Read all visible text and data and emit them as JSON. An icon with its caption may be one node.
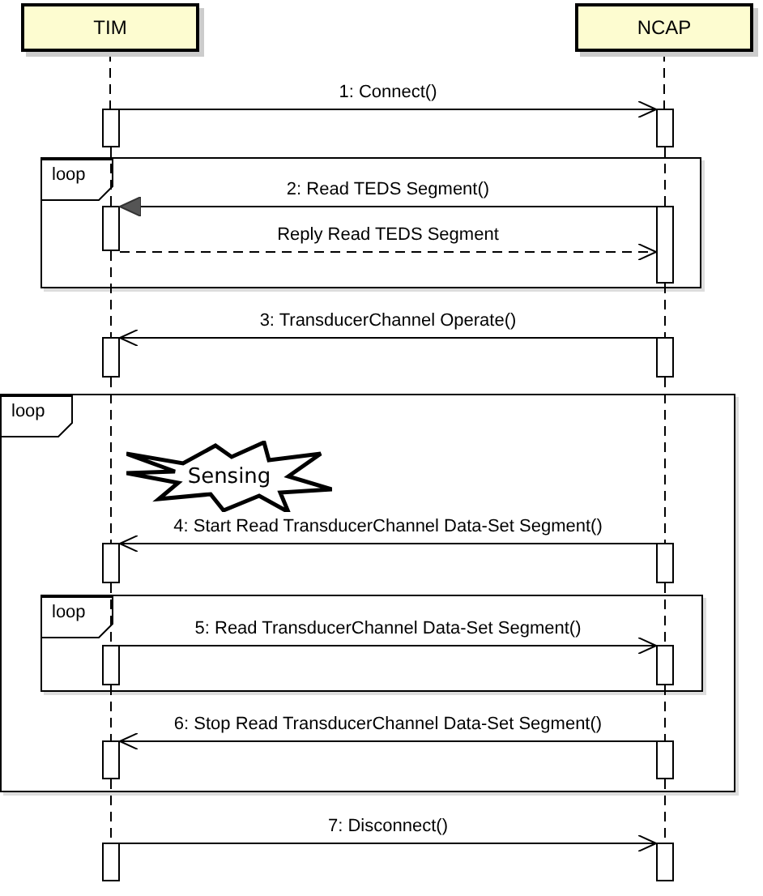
{
  "diagram": {
    "nodes": [
      {
        "text": [
          "TIM"
        ]
      },
      {
        "text": [
          "NCAP"
        ]
      },
      {
        "text": [],
        "shape": "bar"
      },
      {
        "text": [],
        "shape": "bar"
      },
      {
        "text": [
          "loop"
        ]
      },
      {
        "text": [],
        "shape": "bar",
        "in": 4
      },
      {
        "text": [],
        "shape": "bar",
        "in": 4
      },
      {
        "text": [],
        "shape": "bar"
      },
      {
        "text": [],
        "shape": "bar"
      },
      {
        "text": [
          "loop"
        ]
      },
      {
        "text": [
          "Sensing"
        ],
        "in": 9
      },
      {
        "text": [],
        "shape": "bar",
        "in": 9
      },
      {
        "text": [],
        "shape": "bar",
        "in": 9
      },
      {
        "text": [
          "loop"
        ],
        "in": 9
      },
      {
        "text": [],
        "shape": "bar",
        "in": 13
      },
      {
        "text": [],
        "shape": "bar",
        "in": 13
      },
      {
        "text": [],
        "shape": "bar",
        "in": 9
      },
      {
        "text": [],
        "shape": "bar",
        "in": 9
      },
      {
        "text": [],
        "shape": "bar"
      },
      {
        "text": [],
        "shape": "bar"
      }
    ],
    "edges": [
      {
        "from": 2,
        "to": 3,
        "label": "1: Connect()",
        "arrow": "to"
      },
      {
        "from": 6,
        "to": 5,
        "label": "2: Read TEDS Segment()",
        "arrow": "to"
      },
      {
        "from": 5,
        "to": 6,
        "label": "Reply Read TEDS Segment",
        "arrow": "to",
        "style": "dashed"
      },
      {
        "from": 8,
        "to": 7,
        "label": "3: TransducerChannel Operate()",
        "arrow": "to"
      },
      {
        "from": 12,
        "to": 11,
        "label": "4: Start Read TransducerChannel Data-Set Segment()",
        "arrow": "to"
      },
      {
        "from": 14,
        "to": 15,
        "label": "5: Read TransducerChannel Data-Set Segment()",
        "arrow": "to"
      },
      {
        "from": 17,
        "to": 16,
        "label": "6: Stop Read TransducerChannel Data-Set Segment()",
        "arrow": "to"
      },
      {
        "from": 18,
        "to": 19,
        "label": "7: Disconnect()",
        "arrow": "to"
      },
      {
        "from": 0,
        "to": 2,
        "arrow": "none",
        "style": "dashed"
      },
      {
        "from": 2,
        "to": 5,
        "arrow": "none",
        "style": "dashed"
      },
      {
        "from": 5,
        "to": 7,
        "arrow": "none",
        "style": "dashed"
      },
      {
        "from": 7,
        "to": 11,
        "arrow": "none",
        "style": "dashed"
      },
      {
        "from": 11,
        "to": 14,
        "arrow": "none",
        "style": "dashed"
      },
      {
        "from": 14,
        "to": 16,
        "arrow": "none",
        "style": "dashed"
      },
      {
        "from": 16,
        "to": 18,
        "arrow": "none",
        "style": "dashed"
      },
      {
        "from": 1,
        "to": 3,
        "arrow": "none",
        "style": "dashed"
      },
      {
        "from": 3,
        "to": 6,
        "arrow": "none",
        "style": "dashed"
      },
      {
        "from": 6,
        "to": 8,
        "arrow": "none",
        "style": "dashed"
      },
      {
        "from": 8,
        "to": 12,
        "arrow": "none",
        "style": "dashed"
      },
      {
        "from": 12,
        "to": 15,
        "arrow": "none",
        "style": "dashed"
      },
      {
        "from": 15,
        "to": 17,
        "arrow": "none",
        "style": "dashed"
      },
      {
        "from": 17,
        "to": 19,
        "arrow": "none",
        "style": "dashed"
      }
    ]
  }
}
